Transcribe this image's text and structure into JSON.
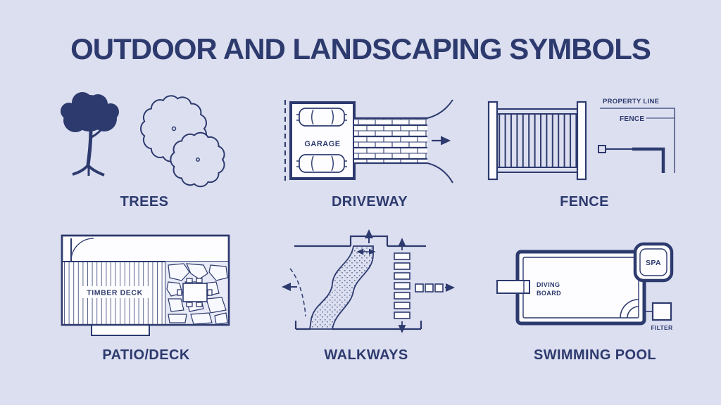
{
  "title": "OUTDOOR AND LANDSCAPING SYMBOLS",
  "colors": {
    "background": "#dcdff0",
    "ink": "#2d3a6e",
    "white": "#fdfdff"
  },
  "sections": {
    "trees": {
      "label": "TREES"
    },
    "driveway": {
      "label": "DRIVEWAY",
      "garage_text": "GARAGE"
    },
    "fence": {
      "label": "FENCE",
      "property_line_text": "PROPERTY LINE",
      "fence_symbol_text": "FENCE"
    },
    "patio_deck": {
      "label": "PATIO/DECK",
      "deck_text": "TIMBER DECK"
    },
    "walkways": {
      "label": "WALKWAYS"
    },
    "swimming_pool": {
      "label": "SWIMMING POOL",
      "diving_board": [
        "DIVING",
        "BOARD"
      ],
      "spa_text": "SPA",
      "filter_text": "FILTER"
    }
  }
}
